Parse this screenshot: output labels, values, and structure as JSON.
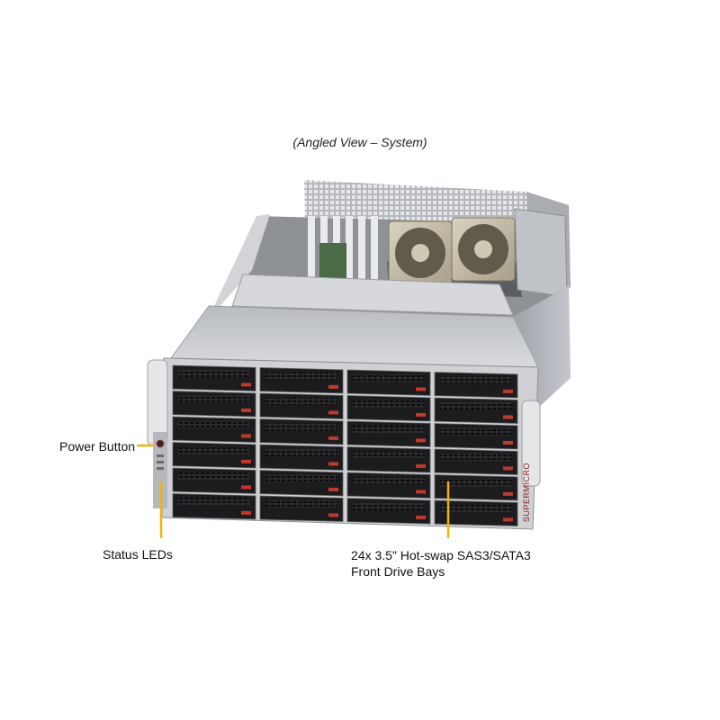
{
  "caption": "(Angled View – System)",
  "callouts": {
    "power_button": "Power Button",
    "status_leds": "Status LEDs",
    "drive_bays_line1": "24x 3.5\" Hot-swap  SAS3/SATA3",
    "drive_bays_line2": "Front Drive Bays"
  },
  "brand_mark": "SUPERMICRO",
  "colors": {
    "callout": "#f5b400",
    "chassis": "#c9cbcf",
    "drive_tray": "#1c1c1e",
    "release_tab": "#c0392b"
  },
  "drive_grid": {
    "columns": 4,
    "rows": 6
  }
}
